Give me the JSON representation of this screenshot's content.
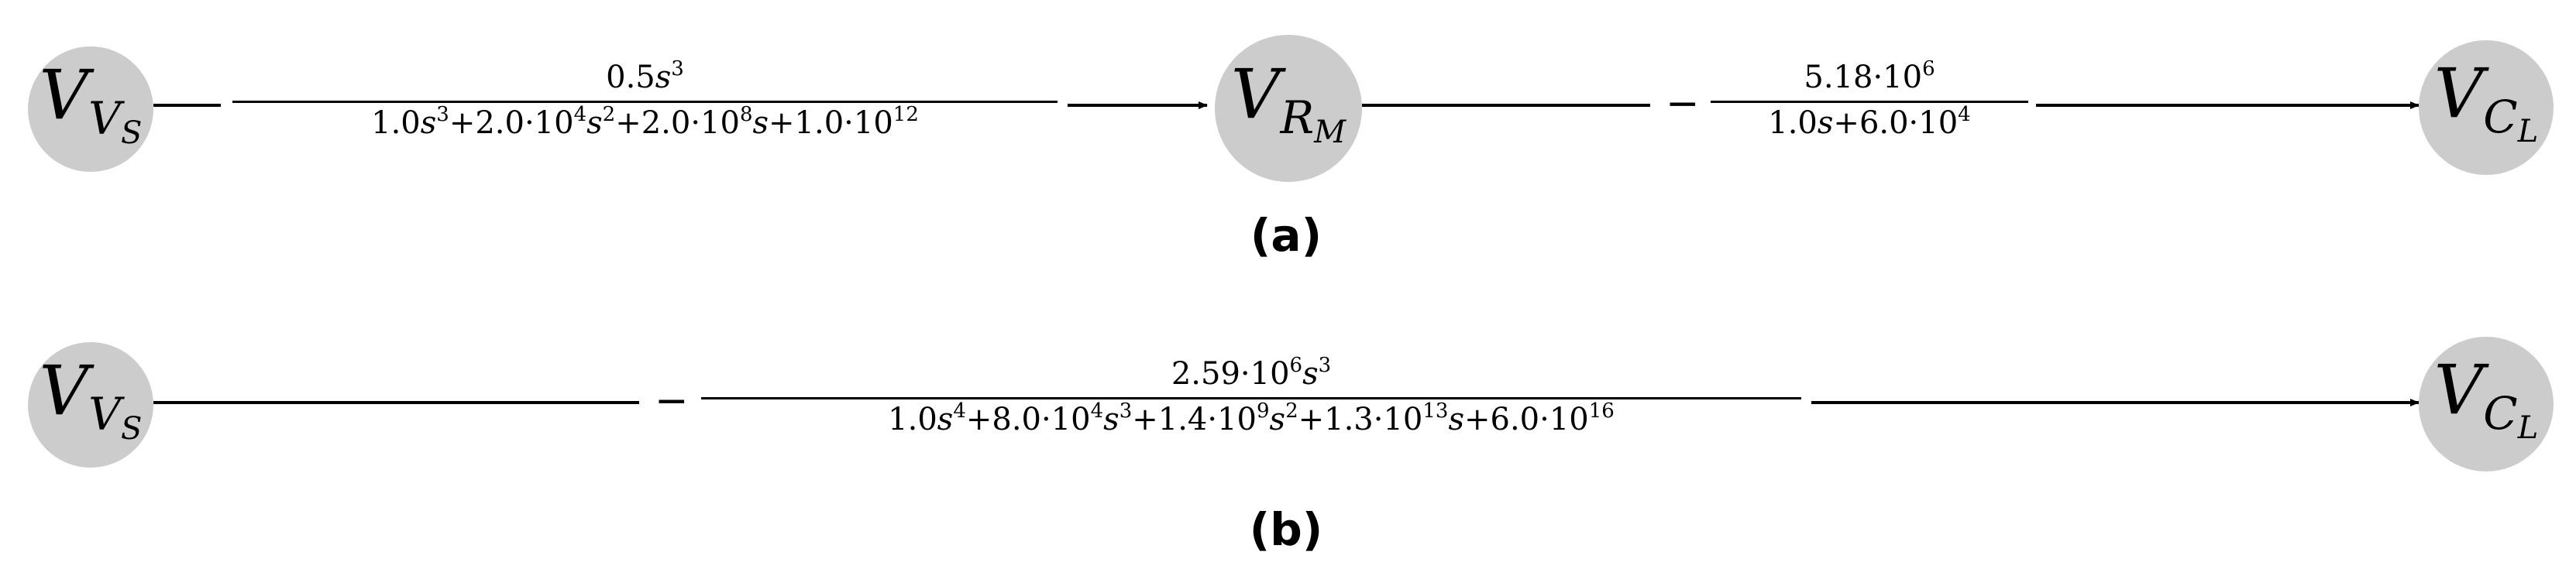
{
  "nodes": {
    "vs_a": {
      "main": "V",
      "sub": "V",
      "subsub": "S"
    },
    "vrm_a": {
      "main": "V",
      "sub": "R",
      "subsub": "M"
    },
    "vcl_a": {
      "main": "V",
      "sub": "C",
      "subsub": "L"
    },
    "vs_b": {
      "main": "V",
      "sub": "V",
      "subsub": "S"
    },
    "vcl_b": {
      "main": "V",
      "sub": "C",
      "subsub": "L"
    }
  },
  "edges": {
    "a1": {
      "sign": "",
      "num": {
        "c": "0.5",
        "s": "s",
        "p": "3"
      },
      "den": [
        {
          "c": "1.0",
          "s": "s",
          "p": "3"
        },
        {
          "op": "+",
          "c": "2.0·10",
          "cp": "4",
          "s": "s",
          "p": "2"
        },
        {
          "op": "+",
          "c": "2.0·10",
          "cp": "8",
          "s": "s",
          "p": ""
        },
        {
          "op": "+",
          "c": "1.0·10",
          "cp": "12",
          "s": "",
          "p": ""
        }
      ]
    },
    "a2": {
      "sign": "−",
      "num": {
        "c": "5.18·10",
        "cp": "6"
      },
      "den": [
        {
          "c": "1.0",
          "s": "s",
          "p": ""
        },
        {
          "op": "+",
          "c": "6.0·10",
          "cp": "4",
          "s": "",
          "p": ""
        }
      ]
    },
    "b1": {
      "sign": "−",
      "num": {
        "c": "2.59·10",
        "cp": "6",
        "s": "s",
        "p": "3"
      },
      "den": [
        {
          "c": "1.0",
          "s": "s",
          "p": "4"
        },
        {
          "op": "+",
          "c": "8.0·10",
          "cp": "4",
          "s": "s",
          "p": "3"
        },
        {
          "op": "+",
          "c": "1.4·10",
          "cp": "9",
          "s": "s",
          "p": "2"
        },
        {
          "op": "+",
          "c": "1.3·10",
          "cp": "13",
          "s": "s",
          "p": ""
        },
        {
          "op": "+",
          "c": "6.0·10",
          "cp": "16",
          "s": "",
          "p": ""
        }
      ]
    }
  },
  "captions": {
    "a": "(a)",
    "b": "(b)"
  },
  "colors": {
    "node_fill": "#cccccc",
    "line": "#000000"
  }
}
